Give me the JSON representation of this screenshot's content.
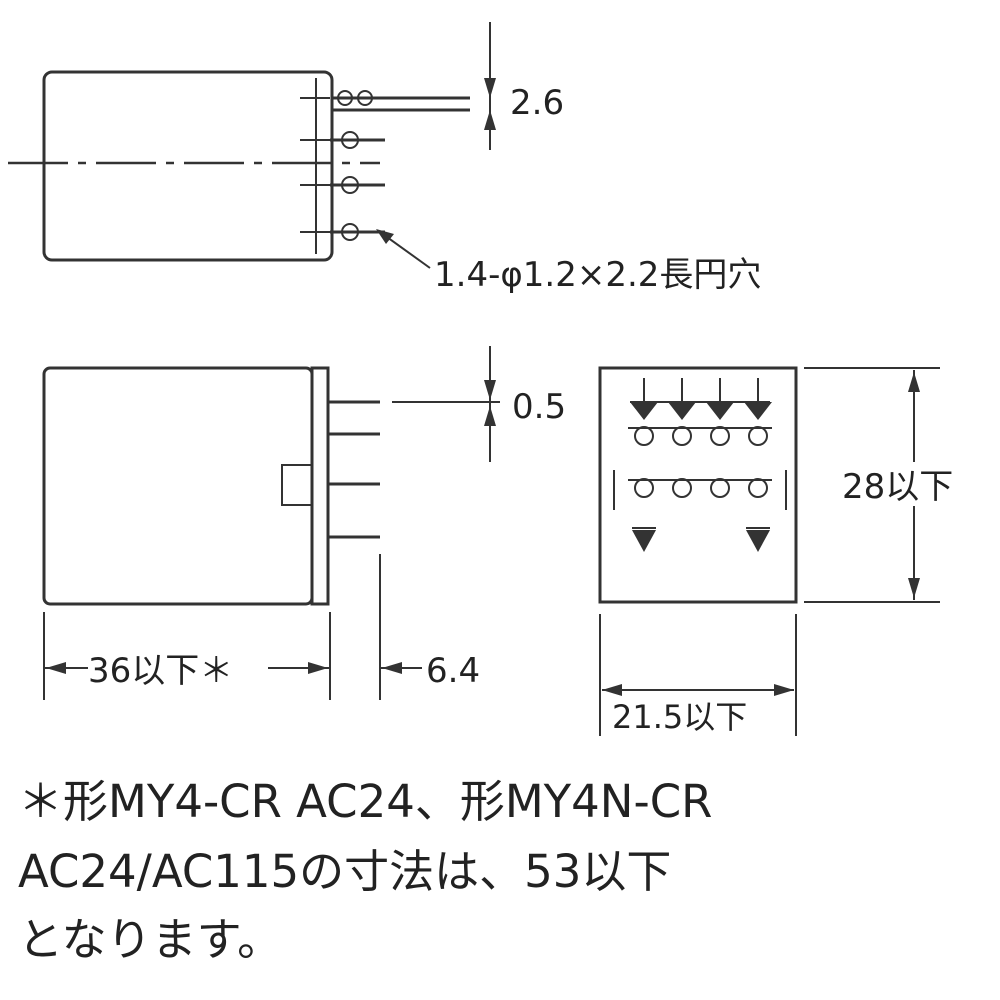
{
  "dimensions": {
    "pin_pitch": "2.6",
    "hole_spec": "1.4-φ1.2×2.2長円穴",
    "pin_thickness": "0.5",
    "height": "28以下",
    "body_length": "36以下＊",
    "pin_length": "6.4",
    "width": "21.5以下"
  },
  "note": {
    "line1": "＊形MY4-CR AC24、形MY4N-CR",
    "line2": "AC24/AC115の寸法は、53以下",
    "line3": "となります。"
  },
  "colors": {
    "line": "#333333",
    "text": "#222222",
    "background": "#ffffff"
  }
}
